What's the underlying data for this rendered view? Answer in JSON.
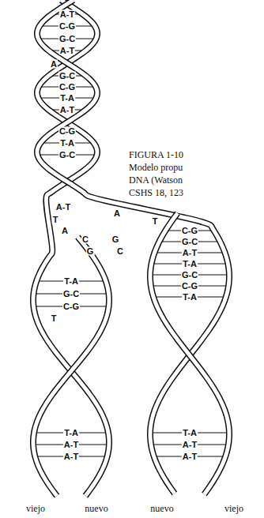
{
  "diagram": {
    "labels": [
      "A-T",
      "C-G",
      "G-C",
      "A-T",
      "A",
      "G-C",
      "C-G",
      "T-A",
      "A-T",
      "C-G",
      "T-A",
      "G-C",
      "A-T",
      "T",
      "A",
      "T",
      "A",
      "C",
      "G",
      "G",
      "C",
      "C-G",
      "G-C",
      "A-T",
      "T-A",
      "G-C",
      "C-G",
      "T-A",
      "T-A",
      "G-C",
      "C-G",
      "T",
      "T-A",
      "A-T",
      "A-T",
      "T-A",
      "A-T",
      "A-T",
      "FIGURA 1-10",
      "Modelo propu",
      "DNA (Watson",
      "CSHS 18, 123",
      "viejo",
      "nuevo",
      "nuevo",
      "viejo"
    ]
  }
}
